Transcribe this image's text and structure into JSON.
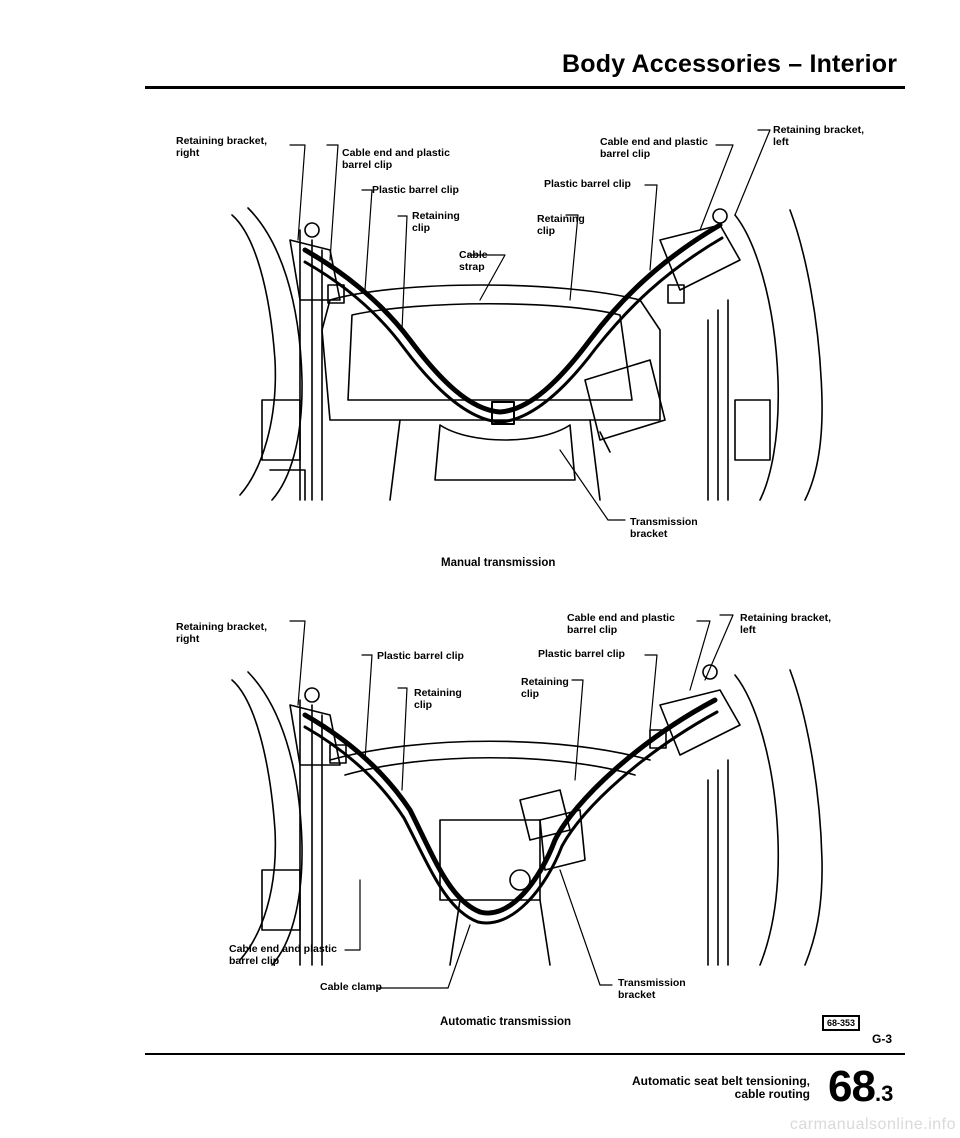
{
  "header": {
    "title": "Body Accessories – Interior"
  },
  "figure1": {
    "caption": "Manual transmission",
    "labels": {
      "retaining_bracket_right": "Retaining bracket,\nright",
      "cable_end_plastic_left": "Cable end and plastic\nbarrel clip",
      "plastic_barrel_clip_left": "Plastic barrel clip",
      "retaining_clip_left": "Retaining\nclip",
      "cable_strap": "Cable\nstrap",
      "cable_end_plastic_right": "Cable end and plastic\nbarrel clip",
      "retaining_bracket_left": "Retaining bracket,\nleft",
      "plastic_barrel_clip_right": "Plastic barrel clip",
      "retaining_clip_right": "Retaining\nclip",
      "transmission_bracket": "Transmission\nbracket"
    }
  },
  "figure2": {
    "caption": "Automatic transmission",
    "labels": {
      "retaining_bracket_right": "Retaining bracket,\nright",
      "cable_end_plastic_top": "Cable end and plastic\nbarrel clip",
      "retaining_bracket_left": "Retaining bracket,\nleft",
      "plastic_barrel_clip_left": "Plastic barrel clip",
      "plastic_barrel_clip_right": "Plastic barrel clip",
      "retaining_clip_left": "Retaining\nclip",
      "retaining_clip_right": "Retaining\nclip",
      "cable_end_plastic_bottom": "Cable end and plastic\nbarrel clip",
      "cable_clamp": "Cable clamp",
      "transmission_bracket": "Transmission\nbracket"
    },
    "figure_number": "68-353"
  },
  "page_number": "G-3",
  "footer": {
    "subject": "Automatic seat belt tensioning,\ncable routing",
    "section_major": "68",
    "section_minor": ".3"
  },
  "watermark": "carmanualsonline.info"
}
